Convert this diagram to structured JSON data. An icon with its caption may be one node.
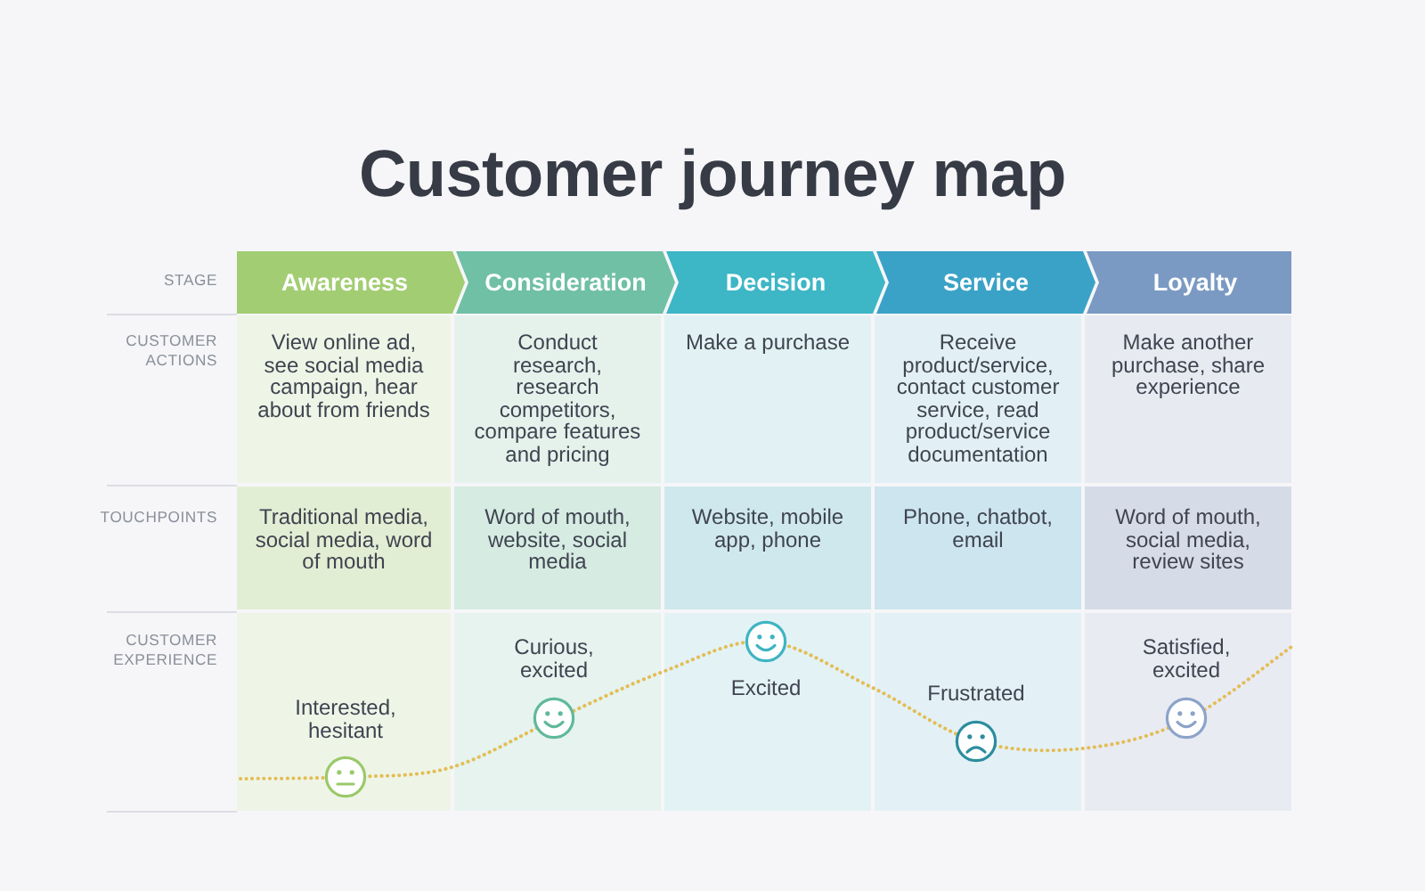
{
  "diagram": {
    "title": "Customer journey map",
    "nodes": [
      {
        "text": [
          "Awareness"
        ]
      },
      {
        "text": [
          "Consideration"
        ]
      },
      {
        "text": [
          "Decision"
        ]
      },
      {
        "text": [
          "Service"
        ]
      },
      {
        "text": [
          "Loyalty"
        ]
      }
    ],
    "labels": [
      "STAGE",
      "CUSTOMER ACTIONS",
      "View online ad, see social media campaign, hear about from friends",
      "Conduct research, research competitors, compare features and pricing",
      "Make a purchase",
      "Receive product/service, contact customer service, read product/service documentation",
      "Make another purchase, share experience",
      "TOUCHPOINTS",
      "Traditional media, social media, word of mouth",
      "Word of mouth, website, social media",
      "Website, mobile app, phone",
      "Phone, chatbot, email",
      "Word of mouth, social media, review sites",
      "CUSTOMER EXPERIENCE",
      "Interested, hesitant",
      "Curious, excited",
      "Excited",
      "Frustrated",
      "Satisfied, excited"
    ]
  }
}
